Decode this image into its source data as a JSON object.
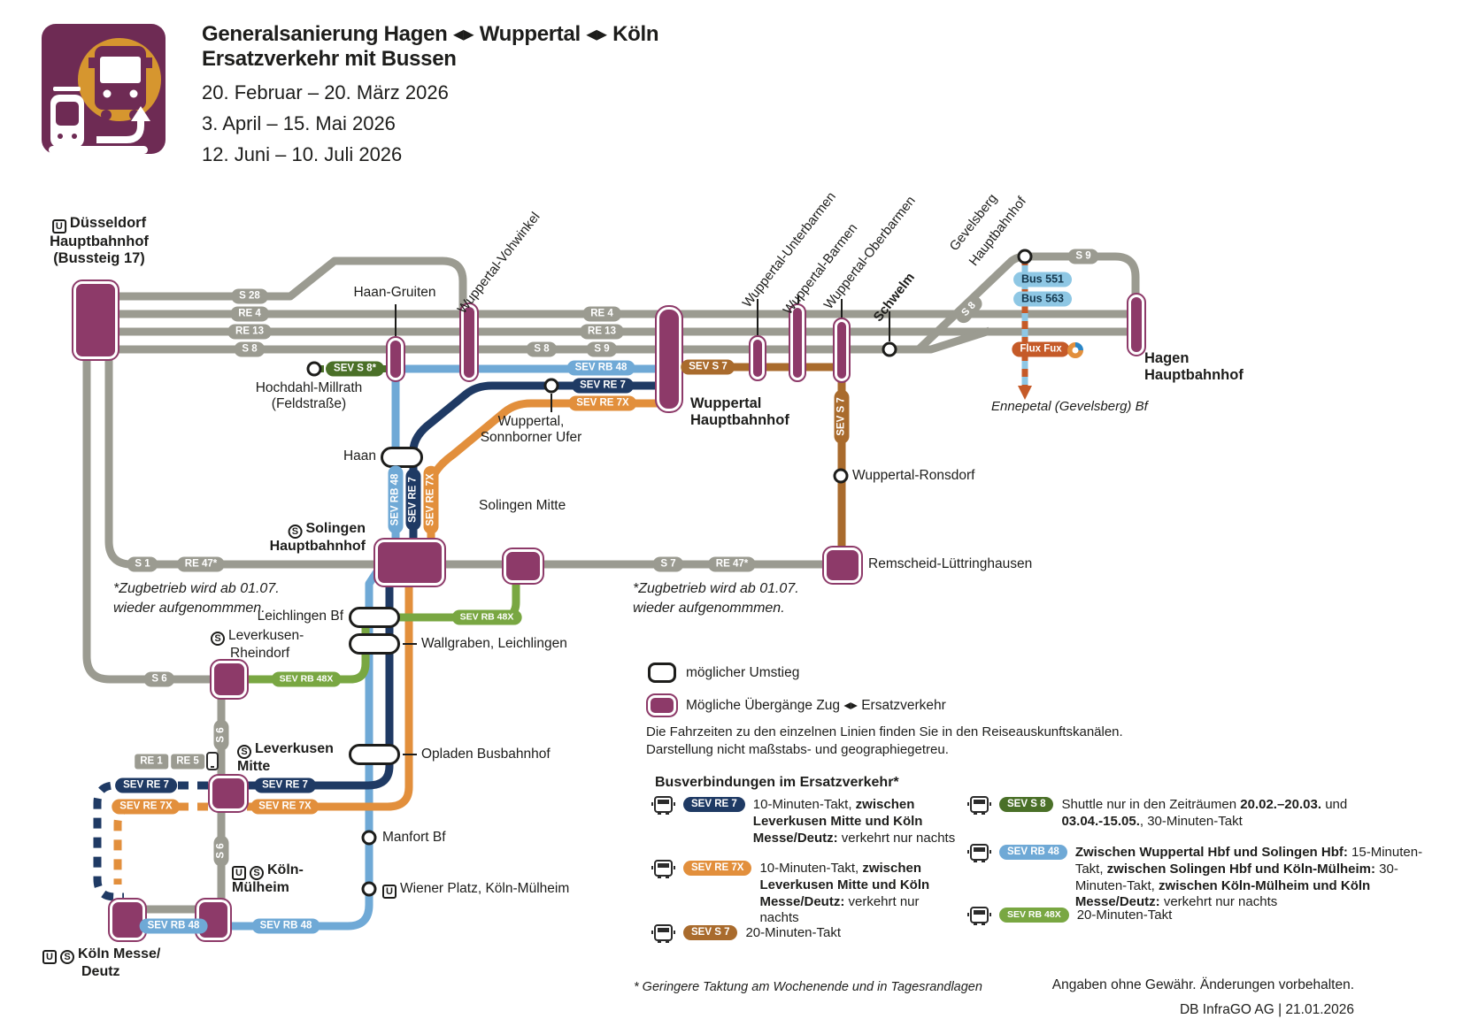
{
  "header": {
    "title_line1": "Generalsanierung Hagen ◂▸ Wuppertal ◂▸ Köln",
    "title_line2": "Ersatzverkehr mit Bussen",
    "dates": [
      "20. Februar – 20. März 2026",
      "3. April – 15. Mai 2026",
      "12. Juni – 10. Juli 2026"
    ]
  },
  "icons": {
    "u": "U",
    "s": "S"
  },
  "badges": {
    "s28": "S 28",
    "re4": "RE 4",
    "re13": "RE 13",
    "s8": "S 8",
    "s9": "S 9",
    "s1": "S 1",
    "s6": "S 6",
    "s7": "S 7",
    "re47": "RE 47*",
    "re1": "RE 1",
    "re5": "RE 5",
    "sev_s8_star": "SEV S 8*",
    "sev_s8": "SEV S 8",
    "sev_s7": "SEV S 7",
    "sev_re7": "SEV RE 7",
    "sev_re7x": "SEV RE 7X",
    "sev_rb48": "SEV RB 48",
    "sev_rb48x": "SEV RB 48X",
    "bus551": "Bus 551",
    "bus563": "Bus 563",
    "fluxfux": "Flux Fux"
  },
  "stations": {
    "duesseldorf": {
      "l1": "Düsseldorf",
      "l2": "Hauptbahnhof",
      "l3": "(Bussteig 17)"
    },
    "haan_gruiten": "Haan-Gruiten",
    "hochdahl": {
      "l1": "Hochdahl-Millrath",
      "l2": "(Feldstraße)"
    },
    "vohwinkel": "Wuppertal-Vohwinkel",
    "wuppertal_hbf": {
      "l1": "Wuppertal",
      "l2": "Hauptbahnhof"
    },
    "sonnborner": {
      "l1": "Wuppertal,",
      "l2": "Sonnborner Ufer"
    },
    "unterbarmen": "Wuppertal-Unterbarmen",
    "barmen": "Wuppertal-Barmen",
    "oberbarmen": "Wuppertal-Oberbarmen",
    "schwelm": "Schwelm",
    "gevelsberg": {
      "l1": "Gevelsberg",
      "l2": "Hauptbahnhof"
    },
    "hagen": {
      "l1": "Hagen",
      "l2": "Hauptbahnhof"
    },
    "ennepetal": "Ennepetal (Gevelsberg) Bf",
    "ronsdorf": "Wuppertal-Ronsdorf",
    "remscheid": "Remscheid-Lüttringhausen",
    "haan": "Haan",
    "solingen_hbf": {
      "l1": "Solingen",
      "l2": "Hauptbahnhof"
    },
    "solingen_mitte": "Solingen Mitte",
    "leichlingen": "Leichlingen Bf",
    "wallgraben": "Wallgraben, Leichlingen",
    "rheindorf": {
      "l1": "Leverkusen-",
      "l2": "Rheindorf"
    },
    "opladen": "Opladen Busbahnhof",
    "lev_mitte": {
      "l1": "Leverkusen",
      "l2": "Mitte"
    },
    "manfort": "Manfort Bf",
    "wiener": "Wiener Platz, Köln-Mülheim",
    "koeln_muelheim": {
      "l1": "Köln-",
      "l2": "Mülheim"
    },
    "koeln_messe": {
      "l1": "Köln Messe/",
      "l2": "Deutz"
    }
  },
  "notes": {
    "zug_l1": "*Zugbetrieb wird ab 01.07.",
    "zug_l2": "wieder aufgenommmen."
  },
  "legend": {
    "umstieg": "möglicher Umstieg",
    "uebergaenge": "Mögliche Übergänge Zug ◂▸ Ersatzverkehr",
    "info1": "Die Fahrzeiten zu den einzelnen Linien finden Sie in den Reiseauskunftskanälen.",
    "info2": "Darstellung nicht maßstabs- und geographiegetreu."
  },
  "bus_info": {
    "heading": "Busverbindungen im Ersatzverkehr*",
    "re7_segs": [
      {
        "t": "10-Minuten-Takt, ",
        "b": 0
      },
      {
        "t": "zwischen Leverkusen Mitte und Köln Messe/Deutz:",
        "b": 1
      },
      {
        "t": " verkehrt nur nachts",
        "b": 0
      }
    ],
    "re7x_segs": [
      {
        "t": "10-Minuten-Takt, ",
        "b": 0
      },
      {
        "t": "zwischen Leverkusen Mitte und Köln Messe/Deutz:",
        "b": 1
      },
      {
        "t": " verkehrt nur nachts",
        "b": 0
      }
    ],
    "s7_segs": [
      {
        "t": "20-Minuten-Takt",
        "b": 0
      }
    ],
    "s8_segs": [
      {
        "t": "Shuttle nur in den Zeiträumen ",
        "b": 0
      },
      {
        "t": "20.02.–20.03.",
        "b": 1
      },
      {
        "t": " und ",
        "b": 0
      },
      {
        "t": "03.04.-15.05.",
        "b": 1
      },
      {
        "t": ", 30-Minuten-Takt",
        "b": 0
      }
    ],
    "rb48_segs": [
      {
        "t": "Zwischen Wuppertal Hbf und Solingen Hbf:",
        "b": 1
      },
      {
        "t": " 15-Minuten-Takt, ",
        "b": 0
      },
      {
        "t": "zwischen Solingen Hbf und Köln-Mülheim:",
        "b": 1
      },
      {
        "t": " 30-Minuten-Takt, ",
        "b": 0
      },
      {
        "t": "zwischen Köln-Mülheim und Köln Messe/Deutz:",
        "b": 1
      },
      {
        "t": " verkehrt nur nachts",
        "b": 0
      }
    ],
    "rb48x_segs": [
      {
        "t": "20-Minuten-Takt",
        "b": 0
      }
    ]
  },
  "footer": {
    "note": "* Geringere Taktung am Wochenende und in Tagesrandlagen",
    "right1": "Angaben ohne Gewähr. Änderungen vorbehalten.",
    "right2": "DB InfraGO AG | 21.01.2026"
  },
  "colors": {
    "purple": "#8d3a69",
    "logo_purple": "#6e2b54",
    "gray": "#9b9b91",
    "blue": "#6fa9d6",
    "navy": "#1f3a64",
    "orange": "#e28f3c",
    "brown": "#a96b2d",
    "dark_green": "#4a7028",
    "light_green": "#79a742",
    "bus_blue": "#8ec7e4",
    "flux_orange": "#c55a28"
  }
}
